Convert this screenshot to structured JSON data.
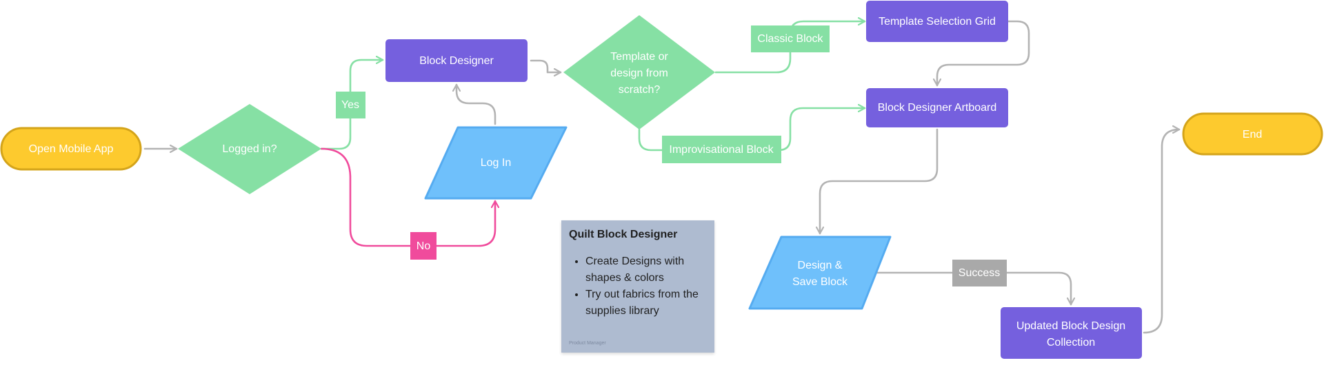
{
  "colors": {
    "terminal_fill": "#fdca2e",
    "terminal_stroke": "#d4a41a",
    "decision_fill": "#86e0a4",
    "process_fill": "#7560de",
    "io_fill": "#6fc0fb",
    "io_stroke": "#55abf0",
    "edge_gray": "#b3b3b3",
    "edge_green": "#86e0a4",
    "edge_pink": "#f04b9c",
    "label_green": "#86e0a4",
    "label_pink": "#f04b9c",
    "label_gray": "#a9a9a9",
    "sticky_fill": "#aebbd0"
  },
  "nodes": {
    "open_app": {
      "lines": [
        "Open  Mobile App"
      ]
    },
    "logged_in": {
      "lines": [
        "Logged in?"
      ]
    },
    "block_designer": {
      "lines": [
        "Block Designer"
      ]
    },
    "log_in": {
      "lines": [
        "Log In"
      ]
    },
    "template_decision": {
      "lines": [
        "Template or",
        "design from",
        "scratch?"
      ]
    },
    "template_grid": {
      "lines": [
        "Template Selection Grid"
      ]
    },
    "artboard": {
      "lines": [
        "Block Designer Artboard"
      ]
    },
    "design_save": {
      "lines": [
        "Design &",
        "Save Block"
      ]
    },
    "updated_collection": {
      "lines": [
        "Updated Block Design",
        "Collection"
      ]
    },
    "end": {
      "lines": [
        "End"
      ]
    }
  },
  "edge_labels": {
    "yes": "Yes",
    "no": "No",
    "classic": "Classic Block",
    "improv": "Improvisational Block",
    "success": "Success"
  },
  "sticky": {
    "title": "Quilt Block Designer",
    "items": [
      "Create Designs with shapes & colors",
      "Try out fabrics from the supplies library"
    ],
    "author": "Product Manager"
  }
}
